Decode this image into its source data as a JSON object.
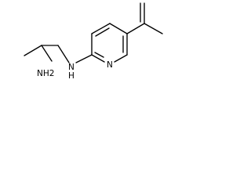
{
  "molecule": {
    "atoms": {
      "amine_nh2": "NH2",
      "amine_nh": "N",
      "amine_h": "H",
      "ring_n": "N"
    }
  }
}
